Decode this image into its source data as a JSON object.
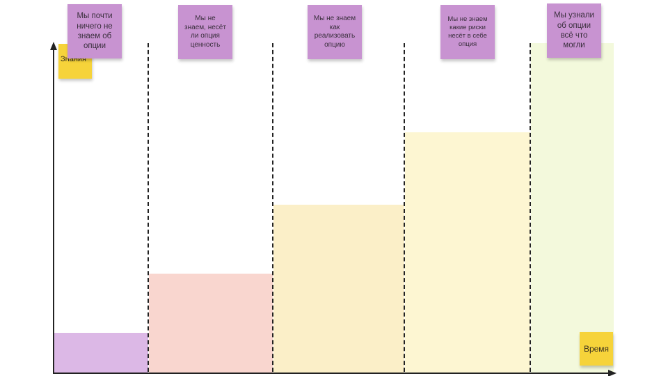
{
  "diagram": {
    "y_axis_label": "Знания",
    "x_axis_label": "Время",
    "stages": [
      {
        "note": "Мы почти\nничего не\nзнаем об\nопции",
        "knowledge_level": 0.12,
        "color": "#dcb8e6"
      },
      {
        "note": "Мы не\nзнаем, несёт\nли опция\nценность",
        "knowledge_level": 0.3,
        "color": "#f9d6cf"
      },
      {
        "note": "Мы не знаем\nкак\nреализовать\nопцию",
        "knowledge_level": 0.51,
        "color": "#fbefc8"
      },
      {
        "note": "Мы не знаем\nкакие риски\nнесёт в себе\nопция",
        "knowledge_level": 0.73,
        "color": "#fdf6d2"
      },
      {
        "note": "Мы узнали\nоб опции\nвсё что\nмогли",
        "knowledge_level": 1.0,
        "color": "#f3f9dc"
      }
    ],
    "colors": {
      "sticky_purple": "#c893d1",
      "sticky_yellow": "#f6d33a",
      "axis": "#222222"
    }
  }
}
